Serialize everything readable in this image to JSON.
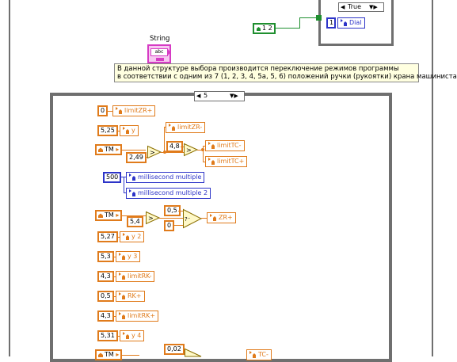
{
  "true_case": {
    "selector_label": "True",
    "index_const": "1",
    "dial_indicator": "Dial",
    "ring_const": "1 2"
  },
  "string_control": {
    "label": "String",
    "tag": "abc"
  },
  "comment": {
    "line1": "В данной структуре выбора производится переключение режимов программы",
    "line2": "в соответствии с одним из 7 (1, 2, 3, 4, 5а, 5, 6) положений ручки (рукоятки) крана машиниста"
  },
  "case_structure": {
    "selector_value": "5"
  },
  "diagram": {
    "c_zero_1": "0",
    "i_limitZR_plus": "limitZR+",
    "c_525": "5,25",
    "i_y": "y",
    "c_TM_1": "TM",
    "c_249": "2,49",
    "i_limitZR_minus": "limitZR-",
    "c_48": "4,8",
    "i_limitTC_minus": "limitTC-",
    "i_limitTC_plus": "limitTC+",
    "c_500": "500",
    "i_ms_multiple": "millisecond multiple",
    "i_ms_multiple2": "millisecond multiple 2",
    "c_TM_2": "TM",
    "c_54": "5,4",
    "c_05_a": "0,5",
    "c_zero_2": "0",
    "i_ZR_plus": "ZR+",
    "c_527": "5,27",
    "i_y2": "y 2",
    "c_53": "5,3",
    "i_y3": "y 3",
    "c_43_a": "4,3",
    "i_limitRK_minus": "limitRK-",
    "c_05_b": "0,5",
    "i_RK_plus": "RK+",
    "c_43_b": "4,3",
    "i_limitRK_plus": "limitRK+",
    "c_531": "5,31",
    "i_y4": "y 4",
    "c_TM_3": "TM",
    "c_002": "0,02",
    "i_TC_minus": "TC-"
  },
  "colors": {
    "orange": "#e07b1b",
    "blue": "#2d34c8",
    "green": "#1f8f2f",
    "frame": "#6f6f6f"
  }
}
